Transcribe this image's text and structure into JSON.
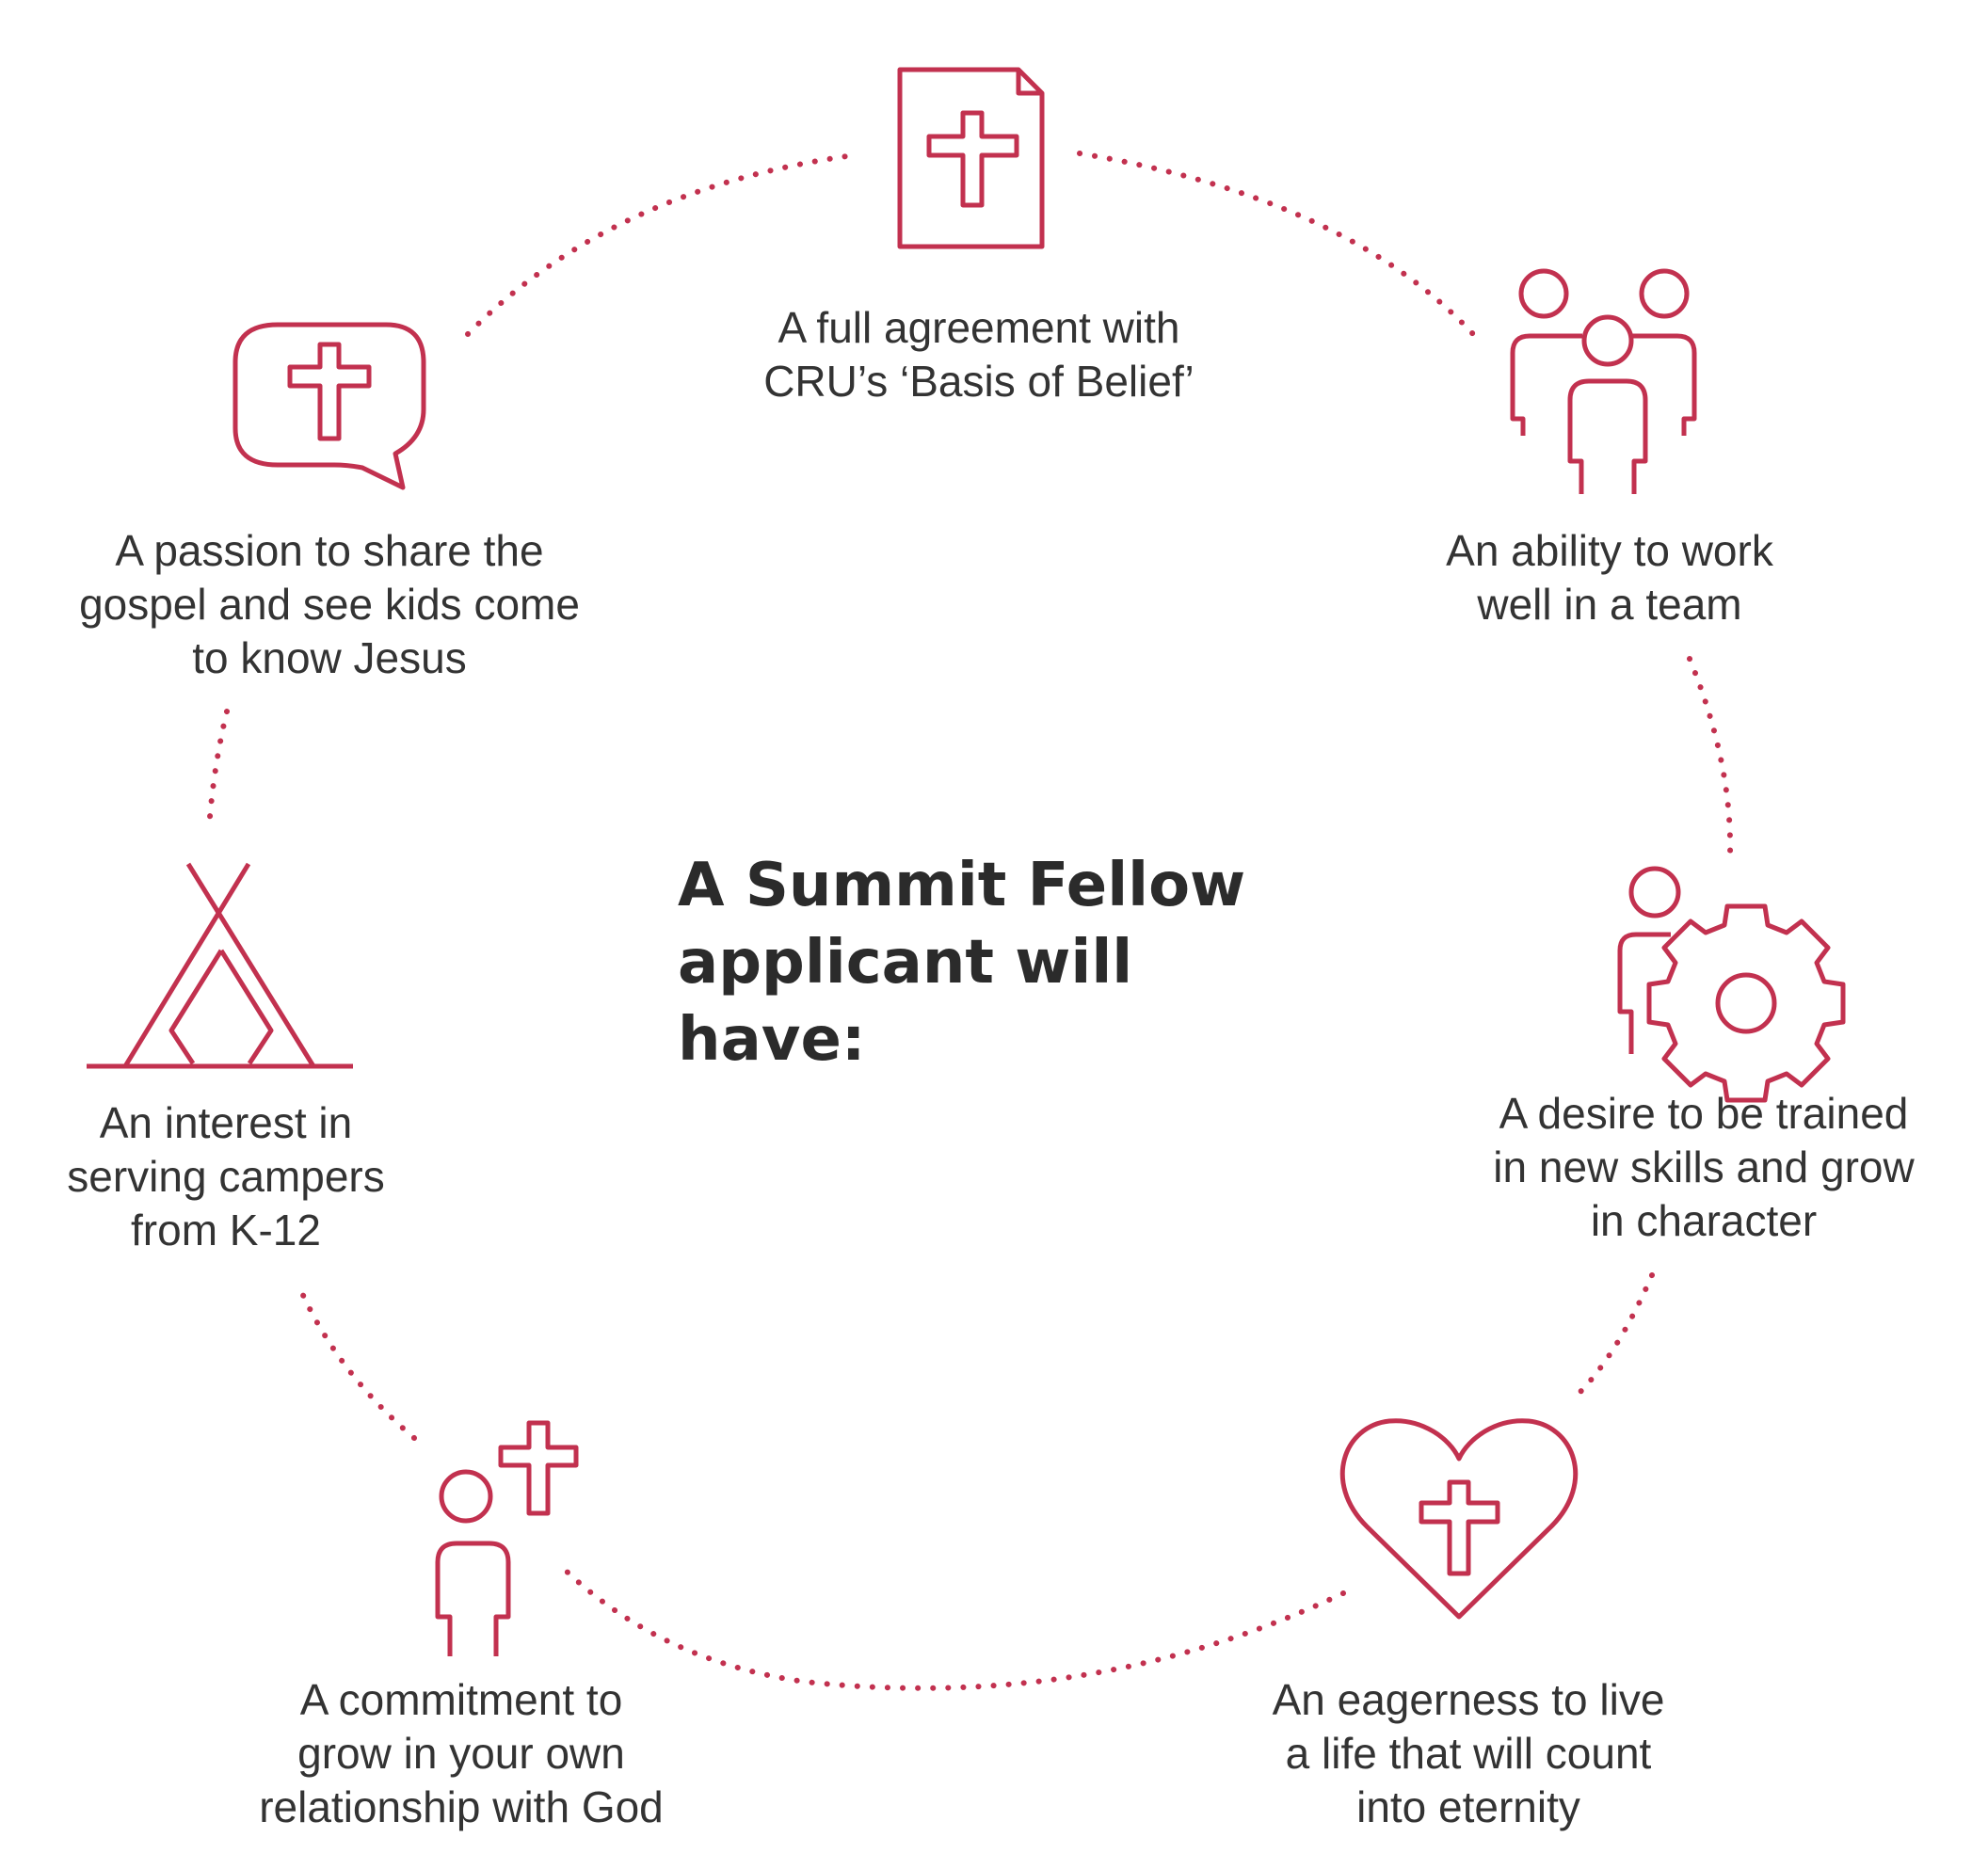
{
  "title": {
    "line1": "A Summit Fellow",
    "line2": "applicant will have:"
  },
  "accent_color": "#c2314f",
  "items": [
    {
      "icon": "document-cross-icon",
      "lines": [
        "A full agreement with",
        "CRU’s ‘Basis of Belief’"
      ]
    },
    {
      "icon": "team-icon",
      "lines": [
        "An ability to work",
        "well in a team"
      ]
    },
    {
      "icon": "person-gear-icon",
      "lines": [
        "A desire to be trained",
        "in new skills and grow",
        "in character"
      ]
    },
    {
      "icon": "heart-cross-icon",
      "lines": [
        "An eagerness to live",
        "a life that will count",
        "into eternity"
      ]
    },
    {
      "icon": "person-cross-icon",
      "lines": [
        "A commitment to",
        "grow in your own",
        "relationship with God"
      ]
    },
    {
      "icon": "tent-icon",
      "lines": [
        "An interest in",
        "serving campers",
        "from K-12"
      ]
    },
    {
      "icon": "speech-cross-icon",
      "lines": [
        "A passion to share the",
        "gospel and see kids come",
        "to know Jesus"
      ]
    }
  ]
}
